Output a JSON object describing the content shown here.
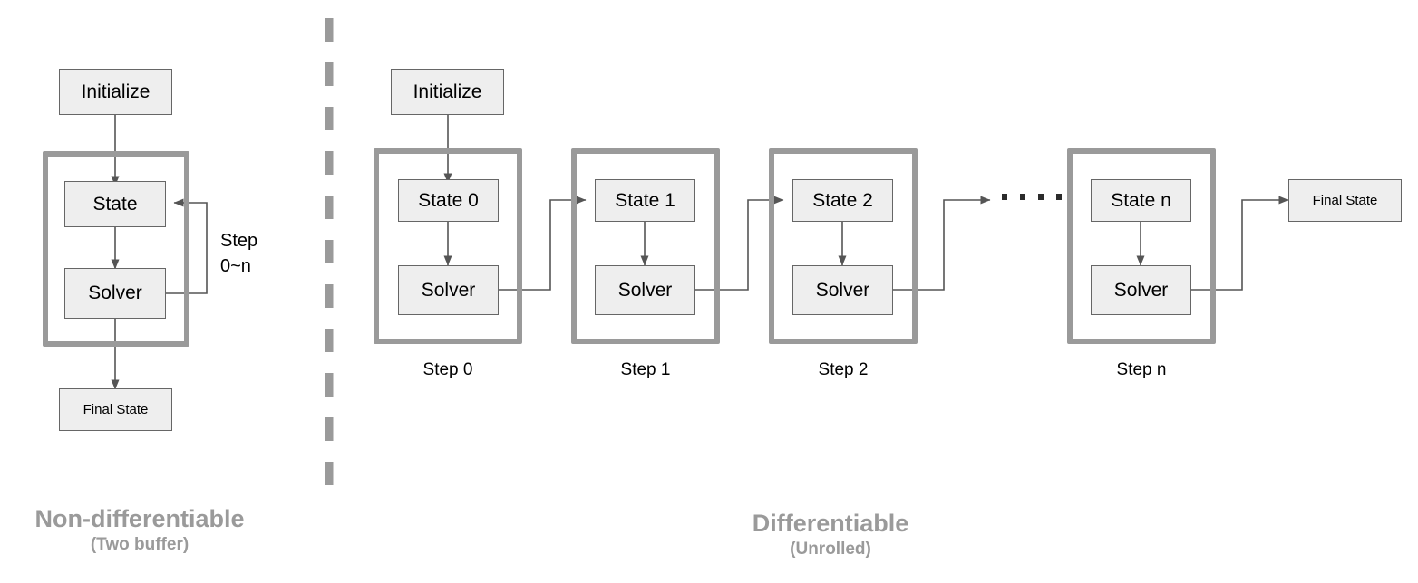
{
  "diagram": {
    "title_left": "Non-differentiable",
    "subtitle_left": "(Two buffer)",
    "title_right": "Differentiable",
    "subtitle_right": "(Unrolled)",
    "colors": {
      "node_fill": "#eeeeee",
      "node_stroke": "#666666",
      "group_stroke": "#9a9a9a",
      "connector": "#555555",
      "caption": "#9a9a9a",
      "divider": "#9a9a9a",
      "text": "#000000",
      "background": "#ffffff"
    },
    "divider": {
      "name": "vertical-dashed-divider"
    }
  },
  "left_panel": {
    "initialize": "Initialize",
    "state": "State",
    "solver": "Solver",
    "final_state": "Final State",
    "loop_label": "Step\n0~n"
  },
  "right_panel": {
    "initialize": "Initialize",
    "final_state": "Final State",
    "ellipsis_dot_count": 4,
    "steps": [
      {
        "state": "State 0",
        "solver": "Solver",
        "label": "Step 0"
      },
      {
        "state": "State 1",
        "solver": "Solver",
        "label": "Step 1"
      },
      {
        "state": "State 2",
        "solver": "Solver",
        "label": "Step 2"
      },
      {
        "state": "State n",
        "solver": "Solver",
        "label": "Step n"
      }
    ]
  }
}
